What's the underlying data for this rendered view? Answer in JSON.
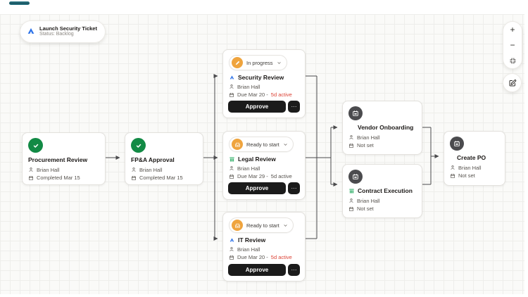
{
  "window": {
    "accent_bar_color": "#1d5a66"
  },
  "trigger": {
    "title": "Launch Security Ticket",
    "status": "Status: Backlog"
  },
  "toolbar": {
    "zoom_in": "+",
    "zoom_out": "−"
  },
  "ui": {
    "more": "···"
  },
  "colors": {
    "completed_green": "#128a45",
    "status_orange": "#efa43e",
    "alert_red": "#dc4437",
    "button_black": "#1b1b1b",
    "jira_blue": "#2d72e8",
    "table_green": "#35b06b"
  },
  "nodes": {
    "procurement": {
      "title": "Procurement Review",
      "assignee": "Brian Hall",
      "date": "Completed Mar 15"
    },
    "fpa": {
      "title": "FP&A Approval",
      "assignee": "Brian Hall",
      "date": "Completed Mar 15"
    },
    "security": {
      "status": "In progress",
      "title": "Security Review",
      "assignee": "Brian Hall",
      "due_prefix": "Due Mar 20 -",
      "due_alert": "5d active",
      "approve": "Approve"
    },
    "legal": {
      "status": "Ready to start",
      "title": "Legal Review",
      "assignee": "Brian Hall",
      "due_prefix": "Due Mar 29 -",
      "due_alert": "5d active",
      "approve": "Approve"
    },
    "it": {
      "status": "Ready to start",
      "title": "IT Review",
      "assignee": "Brian Hall",
      "due_prefix": "Due Mar 20 -",
      "due_alert": "5d active",
      "approve": "Approve"
    },
    "vendor": {
      "title": "Vendor Onboarding",
      "assignee": "Brian Hall",
      "date": "Not set"
    },
    "contract": {
      "title": "Contract Execution",
      "assignee": "Brian Hall",
      "date": "Not set"
    },
    "create_po": {
      "title": "Create PO",
      "assignee": "Brian Hall",
      "date": "Not set"
    }
  }
}
